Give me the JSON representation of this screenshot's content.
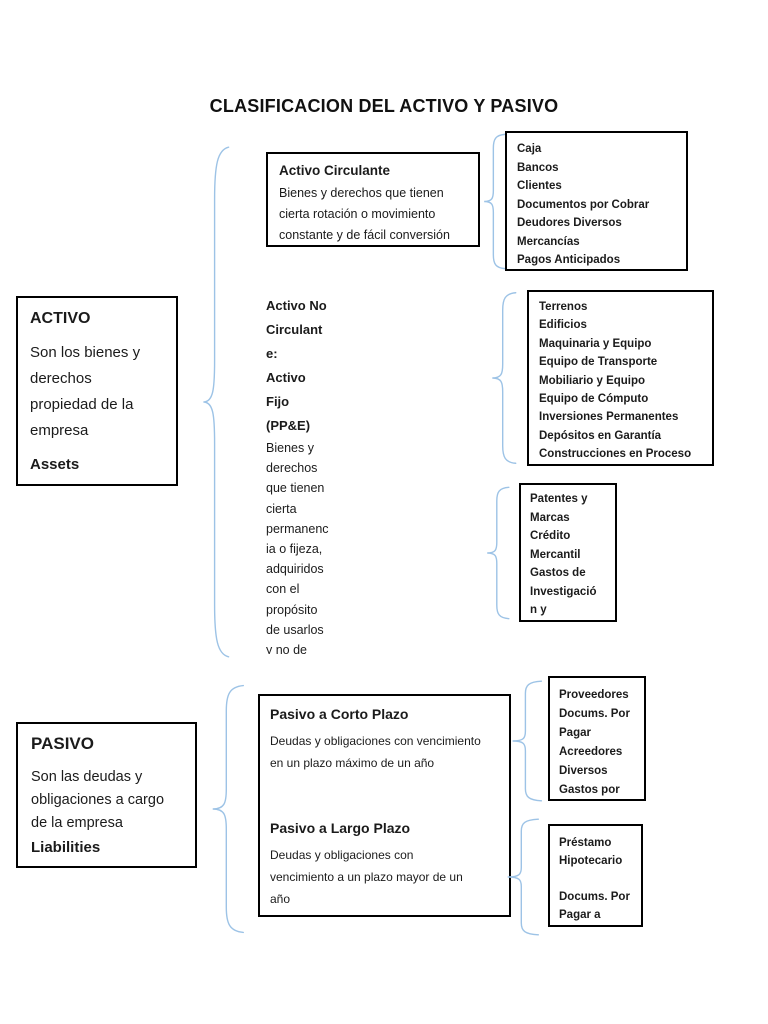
{
  "title": "CLASIFICACION DEL ACTIVO Y PASIVO",
  "colors": {
    "brace": "#9dc3e6",
    "box_border": "#000000",
    "text": "#1b1b1b"
  },
  "activo": {
    "box": {
      "heading": "ACTIVO",
      "body": "Son los bienes y\nderechos\npropiedad de la\nempresa",
      "english": "Assets"
    },
    "circulante": {
      "heading": "Activo Circulante",
      "description": "Bienes y derechos que tienen\ncierta rotación o movimiento\nconstante y de fácil conversión",
      "accounts": [
        "Caja",
        "Bancos",
        "Clientes",
        "Documentos por Cobrar",
        "Deudores Diversos",
        "Mercancías",
        "Pagos Anticipados"
      ]
    },
    "no_circulante": {
      "heading": "Activo No\nCirculant\ne:",
      "subheading": "Activo\nFijo\n(PP&E)",
      "description": "Bienes y\nderechos\nque tienen\ncierta\npermanenc\nia o fijeza,\nadquiridos\ncon el\npropósito\nde usarlos\ny no de",
      "fijo_accounts": [
        "Terrenos",
        "Edificios",
        "Maquinaria y Equipo",
        "Equipo de Transporte",
        "Mobiliario y Equipo",
        "Equipo de Cómputo",
        "Inversiones Permanentes",
        "Depósitos en Garantía",
        "Construcciones en Proceso"
      ],
      "intangibles": "Patentes y\nMarcas\nCrédito\nMercantil\nGastos de\nInvestigació\nn y"
    }
  },
  "pasivo": {
    "box": {
      "heading": "PASIVO",
      "body": "Son las deudas y\nobligaciones a cargo\nde la empresa",
      "english": "Liabilities"
    },
    "corto_plazo": {
      "heading": "Pasivo a Corto Plazo",
      "description": "Deudas y obligaciones con vencimiento\nen un plazo máximo de un año",
      "accounts": "Proveedores\nDocums. Por\nPagar\nAcreedores\nDiversos\nGastos por"
    },
    "largo_plazo": {
      "heading": "Pasivo a Largo Plazo",
      "description": "Deudas y obligaciones con\nvencimiento a un plazo mayor de un\naño",
      "accounts": "Préstamo\nHipotecario\n\nDocums. Por\nPagar a"
    }
  }
}
